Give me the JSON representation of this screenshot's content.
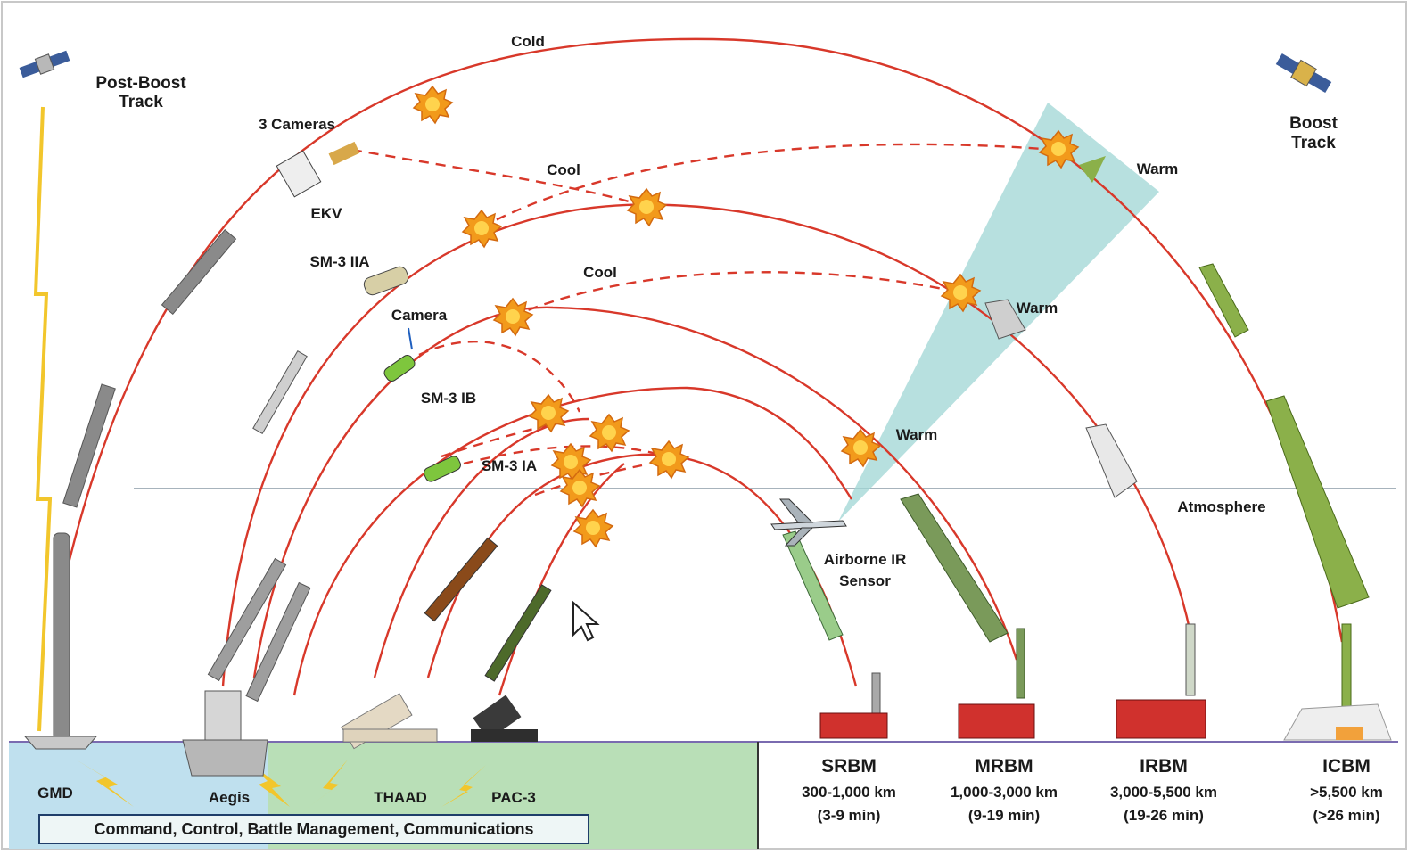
{
  "labels": {
    "post_boost_track": [
      "Post-Boost",
      "Track"
    ],
    "boost_track": [
      "Boost",
      "Track"
    ],
    "cold": "Cold",
    "cool_upper": "Cool",
    "cool_lower": "Cool",
    "warm_top": "Warm",
    "warm_mid": "Warm",
    "warm_low": "Warm",
    "three_cameras": "3 Cameras",
    "ekv": "EKV",
    "sm3_iia": "SM-3 IIA",
    "camera": "Camera",
    "sm3_ib": "SM-3 IB",
    "sm3_ia": "SM-3 IA",
    "airborne_ir_sensor": [
      "Airborne IR",
      "Sensor"
    ],
    "atmosphere": "Atmosphere"
  },
  "defense_systems": {
    "gmd": "GMD",
    "aegis": "Aegis",
    "thaad": "THAAD",
    "pac3": "PAC-3"
  },
  "command_bar": "Command, Control, Battle Management, Communications",
  "missile_classes": [
    {
      "name": "SRBM",
      "range": "300-1,000 km",
      "time": "(3-9 min)"
    },
    {
      "name": "MRBM",
      "range": "1,000-3,000 km",
      "time": "(9-19 min)"
    },
    {
      "name": "IRBM",
      "range": "3,000-5,500 km",
      "time": "(19-26 min)"
    },
    {
      "name": "ICBM",
      "range": ">5,500 km",
      "time": "(>26 min)"
    }
  ],
  "colors": {
    "trajectory": "#d8382a",
    "land_green": "#b9dfb7",
    "sea_blue": "#bfe0ee",
    "sensor_beam": "#9fd6d4",
    "atmosphere_line": "#8a9aa6",
    "explosion": "#f6a21a"
  },
  "icons": [
    "satellite-icon",
    "explosion-icon",
    "missile-icon",
    "launcher-truck-icon",
    "ship-icon",
    "aircraft-icon",
    "lightning-icon",
    "cursor-icon"
  ]
}
